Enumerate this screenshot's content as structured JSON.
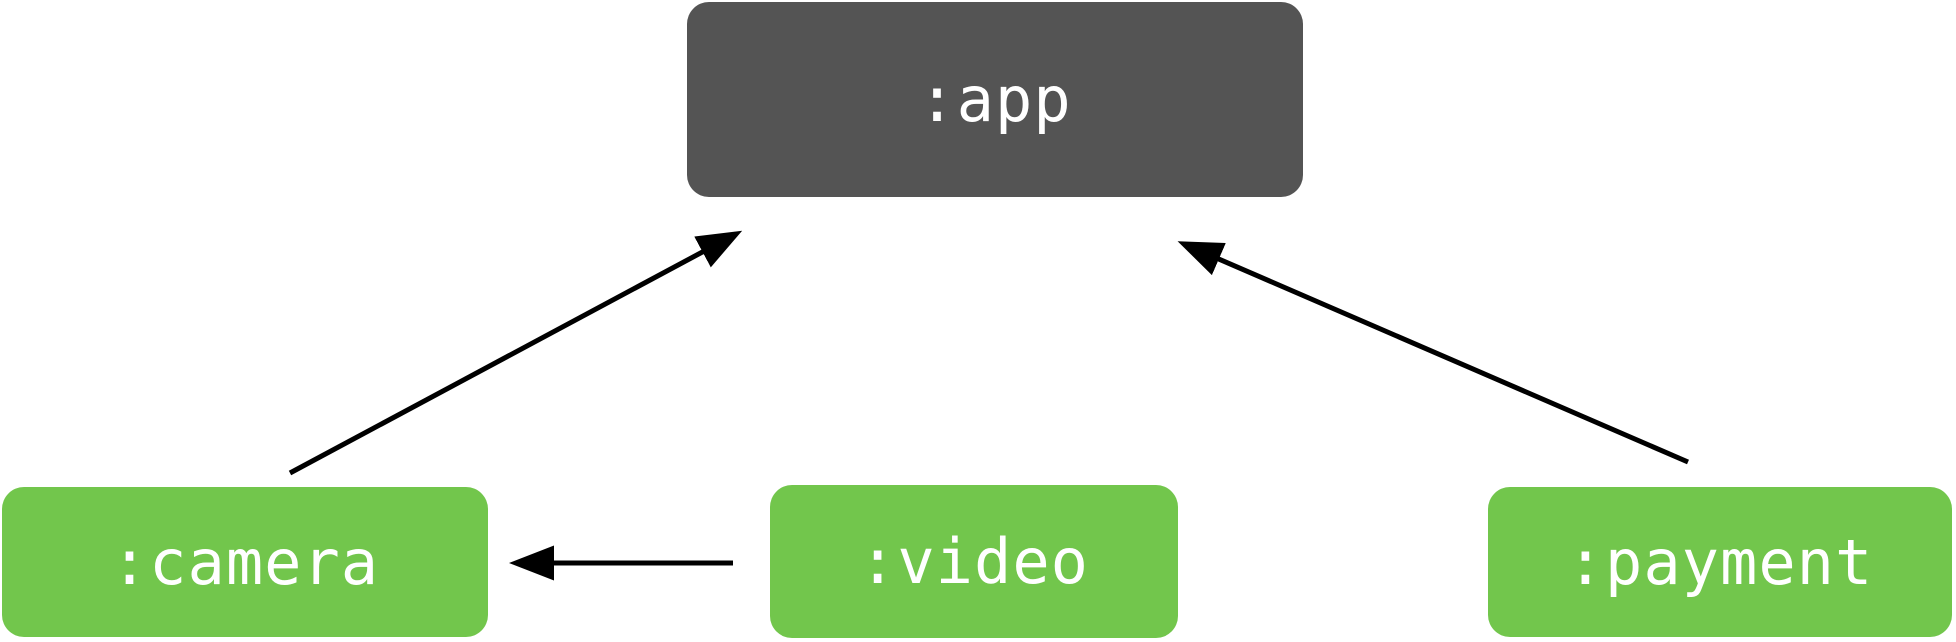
{
  "diagram": {
    "type": "module-dependency-graph",
    "nodes": [
      {
        "id": "app",
        "label": ":app",
        "fill": "#545454",
        "text_color": "#ffffff",
        "role": "root-module"
      },
      {
        "id": "camera",
        "label": ":camera",
        "fill": "#72c64c",
        "text_color": "#ffffff",
        "role": "feature-module"
      },
      {
        "id": "video",
        "label": ":video",
        "fill": "#72c64c",
        "text_color": "#ffffff",
        "role": "feature-module"
      },
      {
        "id": "payment",
        "label": ":payment",
        "fill": "#72c64c",
        "text_color": "#ffffff",
        "role": "feature-module"
      }
    ],
    "edges": [
      {
        "from": "camera",
        "to": "app",
        "style": "solid-arrow"
      },
      {
        "from": "payment",
        "to": "app",
        "style": "solid-arrow"
      },
      {
        "from": "video",
        "to": "camera",
        "style": "solid-arrow"
      }
    ],
    "colors": {
      "background": "#ffffff",
      "arrow": "#000000",
      "node_dark": "#545454",
      "node_green": "#72c64c"
    }
  }
}
